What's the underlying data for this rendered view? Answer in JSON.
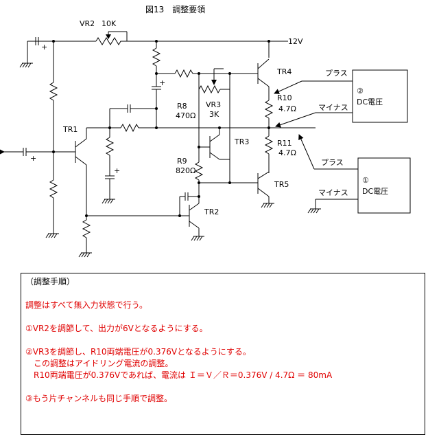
{
  "title": "図13　調整要領",
  "labels": {
    "vr2": "VR2",
    "vr2_value": "10K",
    "supply": "12V",
    "tr1": "TR1",
    "tr2": "TR2",
    "tr3": "TR3",
    "tr4": "TR4",
    "tr5": "TR5",
    "r8": "R8",
    "r8_value": "470Ω",
    "vr3": "VR3",
    "vr3_value": "3K",
    "r9": "R9",
    "r9_value": "820Ω",
    "r10": "R10",
    "r10_value": "4.7Ω",
    "r11": "R11",
    "r11_value": "4.7Ω",
    "plus": "+",
    "probe2_plus": "プラス",
    "probe2_minus": "マイナス",
    "probe1_plus": "プラス",
    "probe1_minus": "マイナス",
    "meter2_num": "②",
    "meter2_name": "DC電圧",
    "meter1_num": "①",
    "meter1_name": "DC電圧"
  },
  "procedure": {
    "heading": "（調整手順）",
    "line1": "調整はすべて無入力状態で行う。",
    "line2": "①VR2を調節して、出力が6Vとなるようにする。",
    "line3": "②VR3を調節し、R10両端電圧が0.376Vとなるようにする。",
    "line4": "　この調整はアイドリング電流の調整。",
    "line5": "　R10両端電圧が0.376Vであれば、電流は Ｉ＝Ｖ／Ｒ＝0.376V / 4.7Ω ＝ 80mA",
    "line6": "③もう片チャンネルも同じ手順で調整。"
  }
}
